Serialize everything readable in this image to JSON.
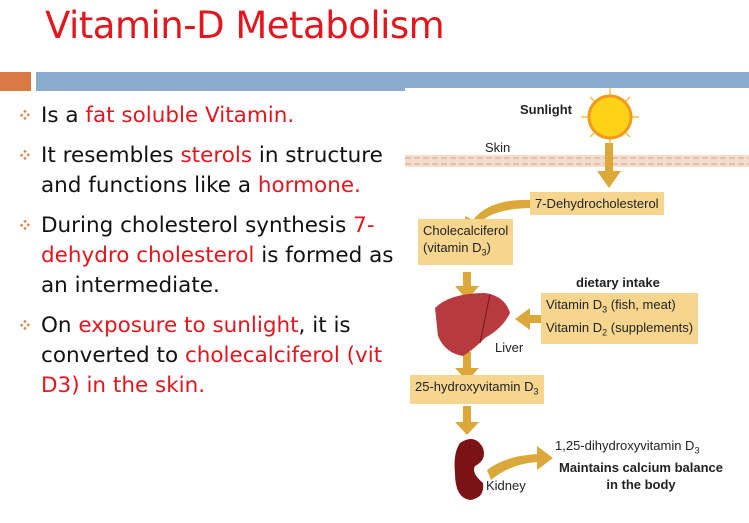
{
  "title": "Vitamin-D Metabolism",
  "bullets": [
    {
      "segments": [
        {
          "text": "Is a ",
          "highlight": false
        },
        {
          "text": "fat soluble Vitamin.",
          "highlight": true
        }
      ]
    },
    {
      "segments": [
        {
          "text": "It resembles ",
          "highlight": false
        },
        {
          "text": "sterols",
          "highlight": true
        },
        {
          "text": " in structure and functions like a ",
          "highlight": false
        },
        {
          "text": "hormone.",
          "highlight": true
        }
      ]
    },
    {
      "segments": [
        {
          "text": "During cholesterol synthesis ",
          "highlight": false
        },
        {
          "text": "7-dehydro cholesterol",
          "highlight": true
        },
        {
          "text": " is formed as an intermediate.",
          "highlight": false
        }
      ]
    },
    {
      "segments": [
        {
          "text": "On ",
          "highlight": false
        },
        {
          "text": "exposure to sunlight",
          "highlight": true
        },
        {
          "text": ", it is converted to ",
          "highlight": false
        },
        {
          "text": "cholecalciferol (vit D3) in the skin.",
          "highlight": true
        }
      ]
    }
  ],
  "diagram": {
    "sunlight": "Sunlight",
    "skin": "Skin",
    "dehydro": "7-Dehydrocholesterol",
    "chole_1": "Cholecalciferol",
    "chole_2": "(vitamin D",
    "chole_sub": "3",
    "chole_end": ")",
    "dietary": "dietary intake",
    "diet_1": "Vitamin D",
    "diet_1_sub": "3",
    "diet_1_end": " (fish, meat)",
    "diet_2": "Vitamin D",
    "diet_2_sub": "2",
    "diet_2_end": " (supplements)",
    "liver": "Liver",
    "hydroxy": "25-hydroxyvitamin D",
    "hydroxy_sub": "3",
    "kidney": "Kidney",
    "dihydroxy": "1,25-dihydroxyvitamin D",
    "dihydroxy_sub": "3",
    "maintains_1": "Maintains calcium balance",
    "maintains_2": "in the body"
  },
  "colors": {
    "title": "#e3161e",
    "accent_orange": "#d97a45",
    "accent_blue": "#8aaccc",
    "box": "#f6d68f",
    "arrow": "#dca83a"
  }
}
